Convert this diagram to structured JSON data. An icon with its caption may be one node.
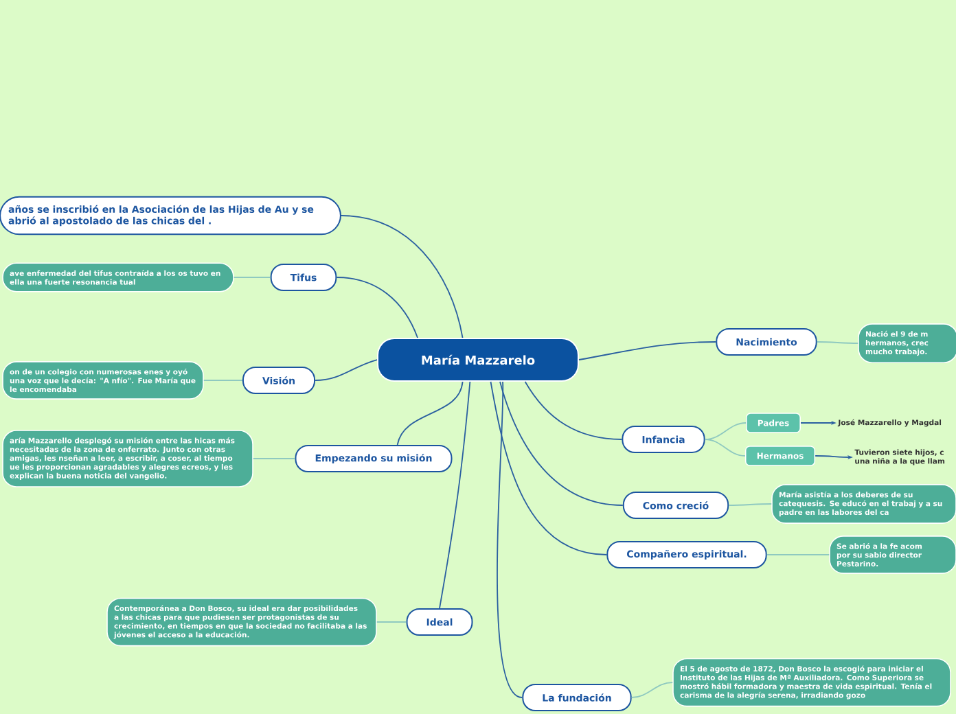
{
  "diagram": {
    "nodes": [
      {
        "text": [
          "María Mazzarelo"
        ]
      },
      {
        "text": [
          "Nacimiento"
        ]
      },
      {
        "text": [
          "Nació el 9 de m hermanos, crec mucho trabajo."
        ]
      },
      {
        "text": [
          "Infancia"
        ]
      },
      {
        "text": [
          "Padres"
        ]
      },
      {
        "text": [
          "José Mazzarello y Magdal"
        ]
      },
      {
        "text": [
          "Hermanos"
        ]
      },
      {
        "text": [
          "Tuvieron siete hijos, c una niña a la que llam"
        ]
      },
      {
        "text": [
          "Como creció"
        ]
      },
      {
        "text": [
          "María asistía a los deberes de su catequesis. Se educó en el trabaj y a su padre en las labores del ca"
        ]
      },
      {
        "text": [
          "Compañero espiritual."
        ]
      },
      {
        "text": [
          "Se abrió a la fe acom por su sabio director Pestarino."
        ]
      },
      {
        "text": [
          "La fundación"
        ]
      },
      {
        "text": [
          "El 5 de agosto de 1872, Don Bosco la escogió para iniciar el Instituto de las Hijas de Mª Auxiliadora. Como Superiora se mostró hábil formadora y maestra de vida espiritual. Tenía el carisma de la alegría serena, irradiando gozo"
        ]
      },
      {
        "text": [
          "Ideal"
        ]
      },
      {
        "text": [
          "Contemporánea a Don Bosco, su ideal era dar posibilidades a las chicas para que pudiesen ser protagonistas de su crecimiento, en tiempos en que la sociedad no facilitaba a las jóvenes el acceso a la educación."
        ]
      },
      {
        "text": [
          "Empezando su misión"
        ]
      },
      {
        "text": [
          "aría Mazzarello desplegó su misión entre las hicas más necesitadas de la zona de onferrato. Junto con otras amigas, les nseñan a leer, a escribir, a coser, al tiempo ue les proporcionan agradables y alegres ecreos, y les explican la buena noticia del vangelio."
        ]
      },
      {
        "text": [
          "Visión"
        ]
      },
      {
        "text": [
          "on de un colegio con numerosas enes y oyó una voz que le decía: \"A nfío\". Fue María que le encomendaba"
        ]
      },
      {
        "text": [
          "Tifus"
        ]
      },
      {
        "text": [
          "ave enfermedad del tifus contraída a los os tuvo en ella una fuerte resonancia tual"
        ]
      },
      {
        "text": [
          "años se inscribió en la Asociación de las Hijas de Au y se abrió al apostolado de las chicas del ."
        ]
      }
    ],
    "edges": [
      {
        "from": 0,
        "to": 1,
        "arrow": "none"
      },
      {
        "from": 1,
        "to": 2,
        "arrow": "none",
        "color": "#8fc9c0"
      },
      {
        "from": 0,
        "to": 3,
        "arrow": "none"
      },
      {
        "from": 3,
        "to": 4,
        "arrow": "none",
        "color": "#8fc9c0"
      },
      {
        "from": 3,
        "to": 6,
        "arrow": "none",
        "color": "#8fc9c0"
      },
      {
        "from": 4,
        "to": 5,
        "arrow": "to"
      },
      {
        "from": 6,
        "to": 7,
        "arrow": "to"
      },
      {
        "from": 0,
        "to": 8,
        "arrow": "none"
      },
      {
        "from": 8,
        "to": 9,
        "arrow": "none",
        "color": "#8fc9c0"
      },
      {
        "from": 0,
        "to": 10,
        "arrow": "none"
      },
      {
        "from": 10,
        "to": 11,
        "arrow": "none",
        "color": "#8fc9c0"
      },
      {
        "from": 0,
        "to": 12,
        "arrow": "none"
      },
      {
        "from": 12,
        "to": 13,
        "arrow": "none",
        "color": "#8fc9c0"
      },
      {
        "from": 0,
        "to": 14,
        "arrow": "none"
      },
      {
        "from": 14,
        "to": 15,
        "arrow": "none",
        "color": "#8fc9c0"
      },
      {
        "from": 0,
        "to": 16,
        "arrow": "none"
      },
      {
        "from": 16,
        "to": 17,
        "arrow": "none",
        "color": "#8fc9c0"
      },
      {
        "from": 0,
        "to": 18,
        "arrow": "none"
      },
      {
        "from": 18,
        "to": 19,
        "arrow": "none",
        "color": "#8fc9c0"
      },
      {
        "from": 0,
        "to": 20,
        "arrow": "none"
      },
      {
        "from": 20,
        "to": 21,
        "arrow": "none",
        "color": "#8fc9c0"
      },
      {
        "from": 0,
        "to": 22,
        "arrow": "none"
      }
    ]
  }
}
